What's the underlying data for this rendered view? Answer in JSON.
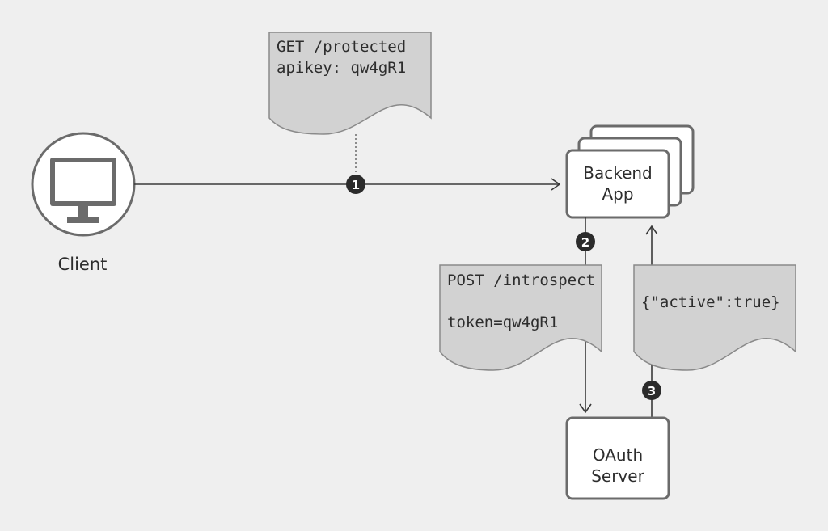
{
  "client": {
    "label": "Client",
    "icon": "monitor-icon"
  },
  "backend": {
    "line1": "Backend",
    "line2": "App"
  },
  "oauth": {
    "line1": "OAuth",
    "line2": "Server"
  },
  "request_doc": {
    "line1": "GET /protected",
    "line2": "apikey: qw4gR1"
  },
  "introspect_doc": {
    "line1": "POST /introspect",
    "line2": "token=qw4gR1"
  },
  "response_doc": {
    "line1": "{\"active\":true}"
  },
  "steps": {
    "one": "1",
    "two": "2",
    "three": "3"
  },
  "colors": {
    "background": "#efefef",
    "stroke": "#6b6b6b",
    "doc_fill": "#d2d2d2",
    "badge": "#2b2b2b",
    "text": "#2d2d2d"
  }
}
